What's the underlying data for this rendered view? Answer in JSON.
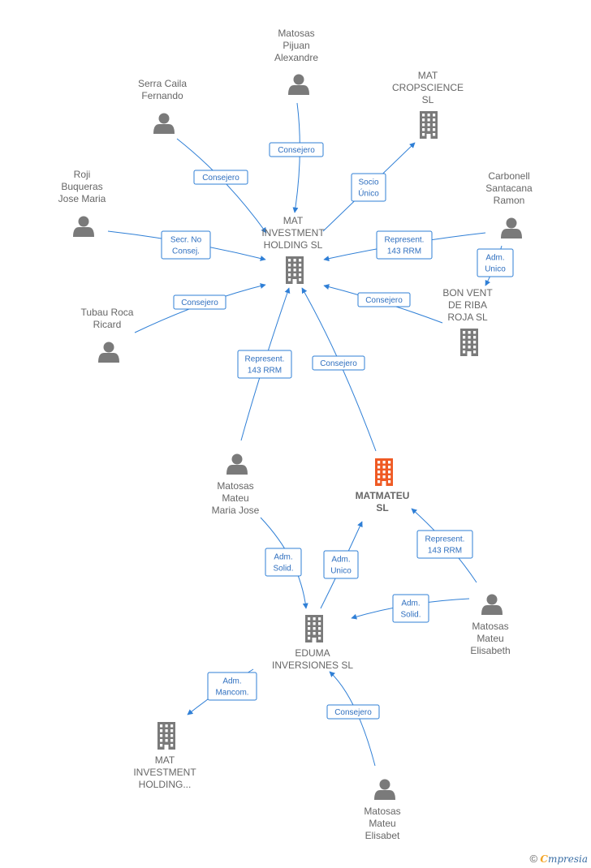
{
  "colors": {
    "edge": "#2f7fd6",
    "node_gray": "#7a7a7a",
    "node_highlight": "#ef5a24",
    "label_gray": "#666666"
  },
  "nodes": [
    {
      "id": "pijuan",
      "type": "person",
      "lines": [
        "Matosas",
        "Pijuan",
        "Alexandre"
      ]
    },
    {
      "id": "serra",
      "type": "person",
      "lines": [
        "Serra Caila",
        "Fernando"
      ]
    },
    {
      "id": "crop",
      "type": "company",
      "lines": [
        "MAT",
        "CROPSCIENCE",
        "SL"
      ]
    },
    {
      "id": "roji",
      "type": "person",
      "lines": [
        "Roji",
        "Buqueras",
        "Jose Maria"
      ]
    },
    {
      "id": "carbonell",
      "type": "person",
      "lines": [
        "Carbonell",
        "Santacana",
        "Ramon"
      ]
    },
    {
      "id": "matinv",
      "type": "company",
      "lines": [
        "MAT",
        "INVESTMENT",
        "HOLDING SL"
      ]
    },
    {
      "id": "bonvent",
      "type": "company",
      "lines": [
        "BON VENT",
        "DE RIBA",
        "ROJA SL"
      ]
    },
    {
      "id": "tubau",
      "type": "person",
      "lines": [
        "Tubau Roca",
        "Ricard"
      ]
    },
    {
      "id": "maria",
      "type": "person",
      "lines": [
        "Matosas",
        "Mateu",
        "Maria Jose"
      ]
    },
    {
      "id": "matmateu",
      "type": "company",
      "highlight": true,
      "lines": [
        "MATMATEU",
        "SL"
      ]
    },
    {
      "id": "elisabeth",
      "type": "person",
      "lines": [
        "Matosas",
        "Mateu",
        "Elisabeth"
      ]
    },
    {
      "id": "eduma",
      "type": "company",
      "lines": [
        "EDUMA",
        "INVERSIONES SL"
      ]
    },
    {
      "id": "matinv2",
      "type": "company",
      "lines": [
        "MAT",
        "INVESTMENT",
        "HOLDING..."
      ]
    },
    {
      "id": "elisabet",
      "type": "person",
      "lines": [
        "Matosas",
        "Mateu",
        "Elisabet"
      ]
    }
  ],
  "edges": [
    {
      "from": "pijuan",
      "to": "matinv",
      "label": [
        "Consejero"
      ]
    },
    {
      "from": "serra",
      "to": "matinv",
      "label": [
        "Consejero"
      ]
    },
    {
      "from": "matinv",
      "to": "crop",
      "label": [
        "Socio",
        "Único"
      ]
    },
    {
      "from": "roji",
      "to": "matinv",
      "label": [
        "Secr.  No",
        "Consej."
      ]
    },
    {
      "from": "carbonell",
      "to": "matinv",
      "label": [
        "Represent.",
        "143 RRM"
      ]
    },
    {
      "from": "carbonell",
      "to": "bonvent",
      "label": [
        "Adm.",
        "Unico"
      ]
    },
    {
      "from": "tubau",
      "to": "matinv",
      "label": [
        "Consejero"
      ]
    },
    {
      "from": "bonvent",
      "to": "matinv",
      "label": [
        "Consejero"
      ]
    },
    {
      "from": "maria",
      "to": "matinv",
      "label": [
        "Represent.",
        "143 RRM"
      ]
    },
    {
      "from": "matmateu",
      "to": "matinv",
      "label": [
        "Consejero"
      ]
    },
    {
      "from": "elisabeth",
      "to": "matmateu",
      "label": [
        "Represent.",
        "143 RRM"
      ]
    },
    {
      "from": "maria",
      "to": "eduma",
      "label": [
        "Adm.",
        "Solid."
      ]
    },
    {
      "from": "eduma",
      "to": "matmateu",
      "label": [
        "Adm.",
        "Unico"
      ]
    },
    {
      "from": "elisabeth",
      "to": "eduma",
      "label": [
        "Adm.",
        "Solid."
      ]
    },
    {
      "from": "eduma",
      "to": "matinv2",
      "label": [
        "Adm.",
        "Mancom."
      ]
    },
    {
      "from": "elisabet",
      "to": "eduma",
      "label": [
        "Consejero"
      ]
    }
  ],
  "footer": {
    "copyright_symbol": "©",
    "brand_first": "C",
    "brand_rest": "mpresia"
  }
}
